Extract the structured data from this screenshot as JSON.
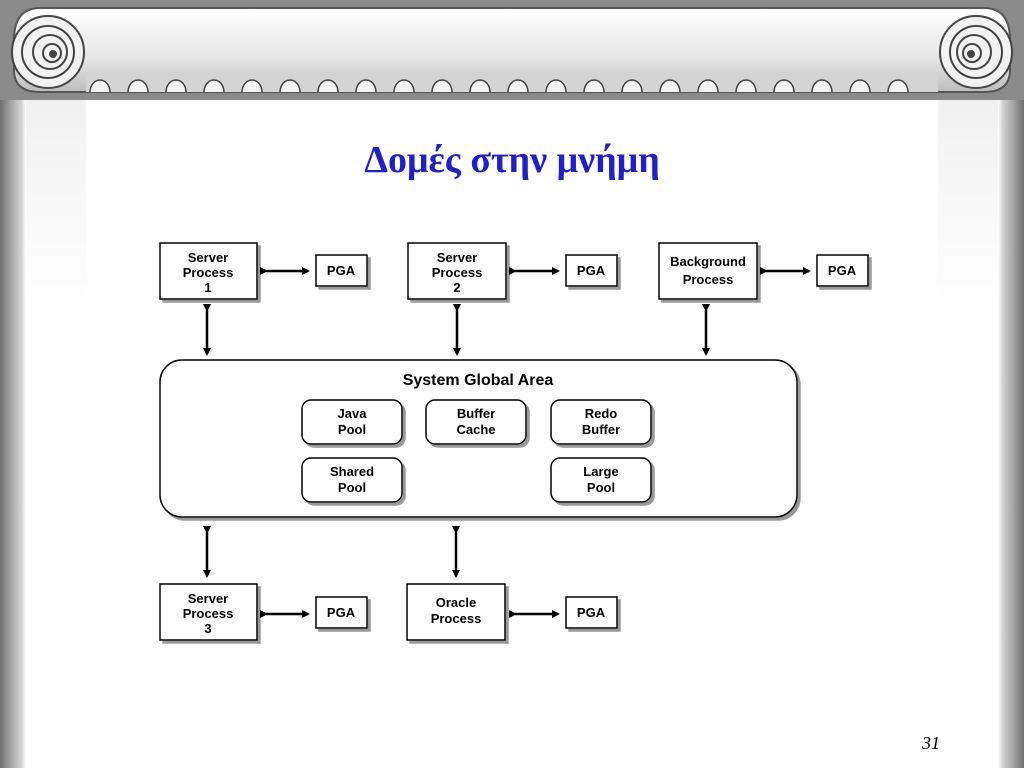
{
  "slide": {
    "title": "Δομές στην μνήμη",
    "page_number": "31"
  },
  "diagram": {
    "processes": [
      {
        "lines": [
          "Server",
          "Process",
          "1"
        ],
        "pga": "PGA"
      },
      {
        "lines": [
          "Server",
          "Process",
          "2"
        ],
        "pga": "PGA"
      },
      {
        "lines": [
          "Background",
          "Process"
        ],
        "pga": "PGA"
      },
      {
        "lines": [
          "Server",
          "Process",
          "3"
        ],
        "pga": "PGA"
      },
      {
        "lines": [
          "Oracle",
          "Process"
        ],
        "pga": "PGA"
      }
    ],
    "sga": {
      "title": "System Global Area",
      "pools": [
        {
          "lines": [
            "Java",
            "Pool"
          ]
        },
        {
          "lines": [
            "Buffer",
            "Cache"
          ]
        },
        {
          "lines": [
            "Redo",
            "Buffer"
          ]
        },
        {
          "lines": [
            "Shared",
            "Pool"
          ]
        },
        {
          "lines": [
            "Large",
            "Pool"
          ]
        }
      ]
    }
  }
}
